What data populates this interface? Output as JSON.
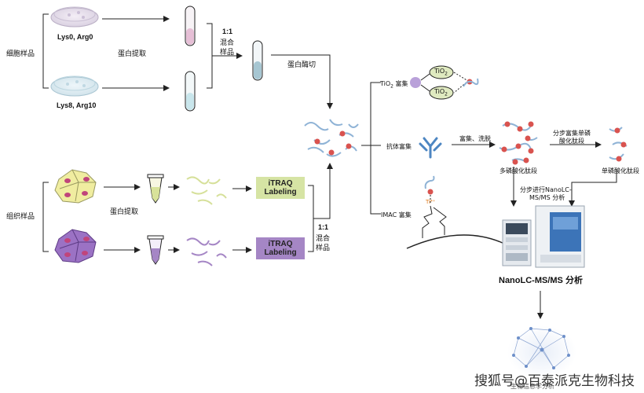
{
  "labels": {
    "cell_sample": "细胞样品",
    "lys0": "Lys0, Arg0",
    "lys8": "Lys8, Arg10",
    "protein_extract_top": "蛋白提取",
    "mix_top_ratio": "1:1",
    "mix_top_mix": "混合",
    "mix_top_sample": "样品",
    "digest": "蛋白酶切",
    "tissue_sample": "组织样品",
    "protein_extract_bottom": "蛋白提取",
    "mix_bottom_ratio": "1:1",
    "mix_bottom_mix": "混合",
    "mix_bottom_sample": "样品",
    "tio2_enrich": "TiO",
    "tio2_enrich_sub": "2",
    "tio2_enrich_suffix": " 富集",
    "antibody_enrich": "抗体富集",
    "imac_enrich": "IMAC 富集",
    "tio2_top": "TiO",
    "tio2_top_sub": "2",
    "tio2_bottom": "TiO",
    "tio2_bottom_sub": "2",
    "ti_ion": "Ti⁴⁺",
    "enrich_wash": "富集、洗脱",
    "multi_phospho": "多磷酸化肽段",
    "stepwise_enrich_1": "分步富集单磷",
    "stepwise_enrich_2": "酸化肽段",
    "single_phospho": "单磷酸化肽段",
    "stepwise_nano_1": "分步进行NanoLC-",
    "stepwise_nano_2": "MS/MS 分析",
    "nanolc": "NanoLC-MS/MS 分析",
    "bioinfo": "生物信息学分析",
    "watermark": "搜狐号@百泰派克生物科技"
  },
  "boxes": {
    "itraq_top_1": "iTRAQ",
    "itraq_top_2": "Labeling",
    "itraq_bottom_1": "iTRAQ",
    "itraq_bottom_2": "Labeling"
  },
  "colors": {
    "arrow": "#222222",
    "itraq_green": "#d6e4a4",
    "itraq_purple": "#a586c5",
    "peptide_blue": "#8fb3d6",
    "phospho_red": "#d9534f",
    "tio2_green": "#dfeac0",
    "tio2_purple": "#c7b3de",
    "antibody_blue": "#4d86c2",
    "cell_yellow": "#f0eda0",
    "cell_purple": "#9b72c4",
    "nucleus_pink": "#c0457b"
  }
}
